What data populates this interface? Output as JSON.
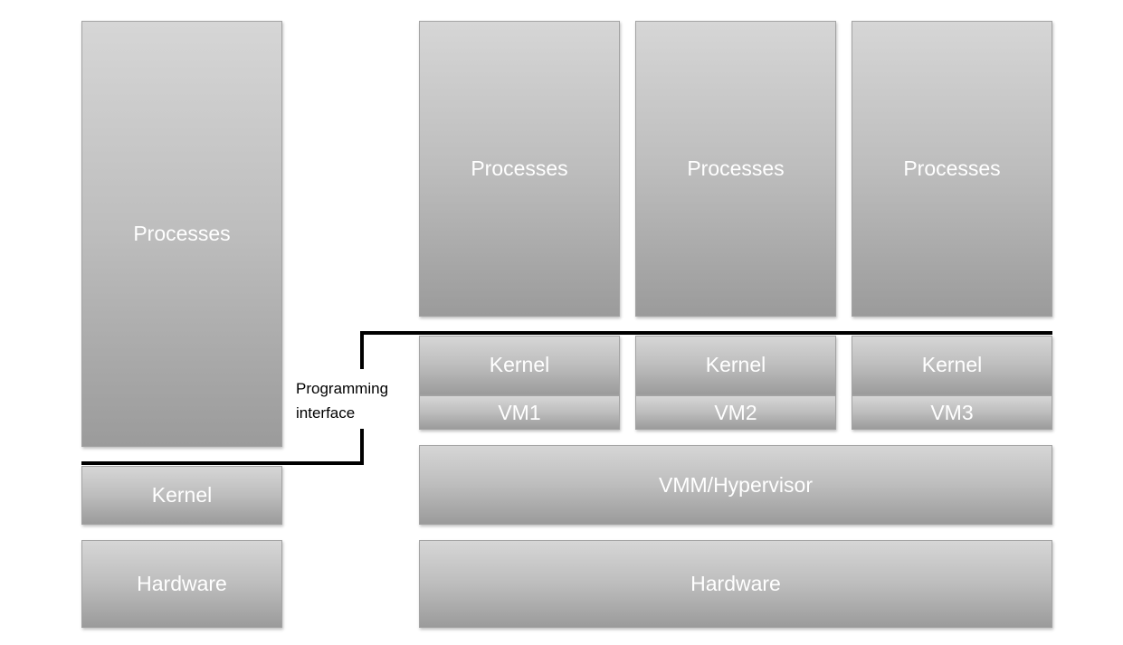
{
  "left_stack": {
    "processes": "Processes",
    "kernel": "Kernel",
    "hardware": "Hardware"
  },
  "right_stack": {
    "vms": [
      {
        "processes": "Processes",
        "kernel": "Kernel",
        "vm": "VM1"
      },
      {
        "processes": "Processes",
        "kernel": "Kernel",
        "vm": "VM2"
      },
      {
        "processes": "Processes",
        "kernel": "Kernel",
        "vm": "VM3"
      }
    ],
    "hypervisor": "VMM/Hypervisor",
    "hardware": "Hardware"
  },
  "interface_label": {
    "line1": "Programming",
    "line2": "interface"
  },
  "colors": {
    "box_top": "#d6d6d6",
    "box_bottom": "#9b9b9b",
    "box_text": "#ffffff",
    "interface_line": "#000000"
  }
}
